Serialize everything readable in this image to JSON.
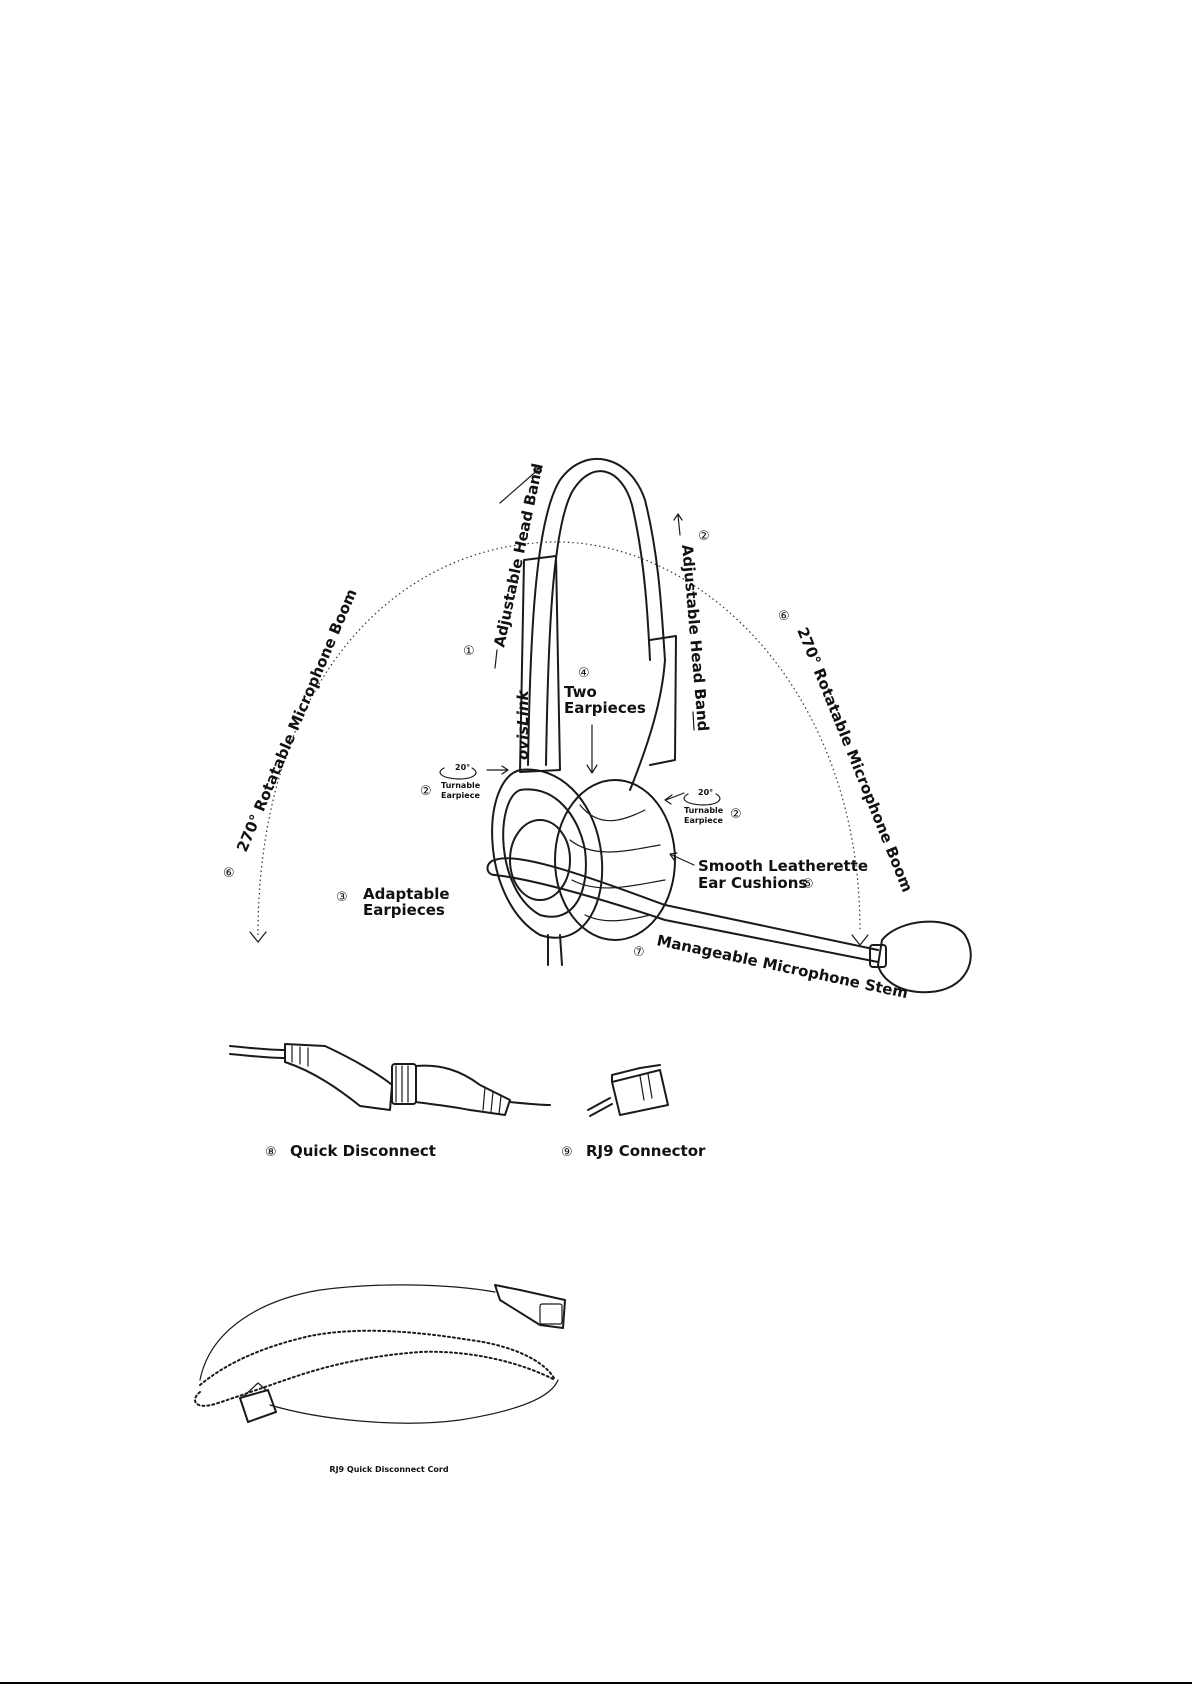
{
  "brand": {
    "logo_text": "ovisLink"
  },
  "callouts": {
    "c1": {
      "number": "①",
      "text": "Adjustable Head Band"
    },
    "c2a": {
      "number": "②",
      "text": "Adjustable Head Band"
    },
    "c2b": {
      "number": "②",
      "degrees": "20°",
      "line1": "Turnable",
      "line2": "Earpiece"
    },
    "c2c": {
      "number": "②",
      "degrees": "20°",
      "line1": "Turnable",
      "line2": "Earpiece"
    },
    "c3": {
      "number": "③",
      "line1": "Adaptable",
      "line2": "Earpieces"
    },
    "c4": {
      "number": "④",
      "line1": "Two",
      "line2": "Earpieces"
    },
    "c5": {
      "number": "⑤",
      "line1": "Smooth Leatherette",
      "line2": "Ear Cushions"
    },
    "c6a": {
      "number": "⑥",
      "text": "270° Rotatable Microphone Boom"
    },
    "c6b": {
      "number": "⑥",
      "text": "270° Rotatable Microphone Boom"
    },
    "c7": {
      "number": "⑦",
      "text": "Manageable Microphone Stem"
    },
    "c8": {
      "number": "⑧",
      "text": "Quick Disconnect"
    },
    "c9": {
      "number": "⑨",
      "text": "RJ9 Connector"
    }
  },
  "cord_caption": "RJ9 Quick Disconnect Cord"
}
